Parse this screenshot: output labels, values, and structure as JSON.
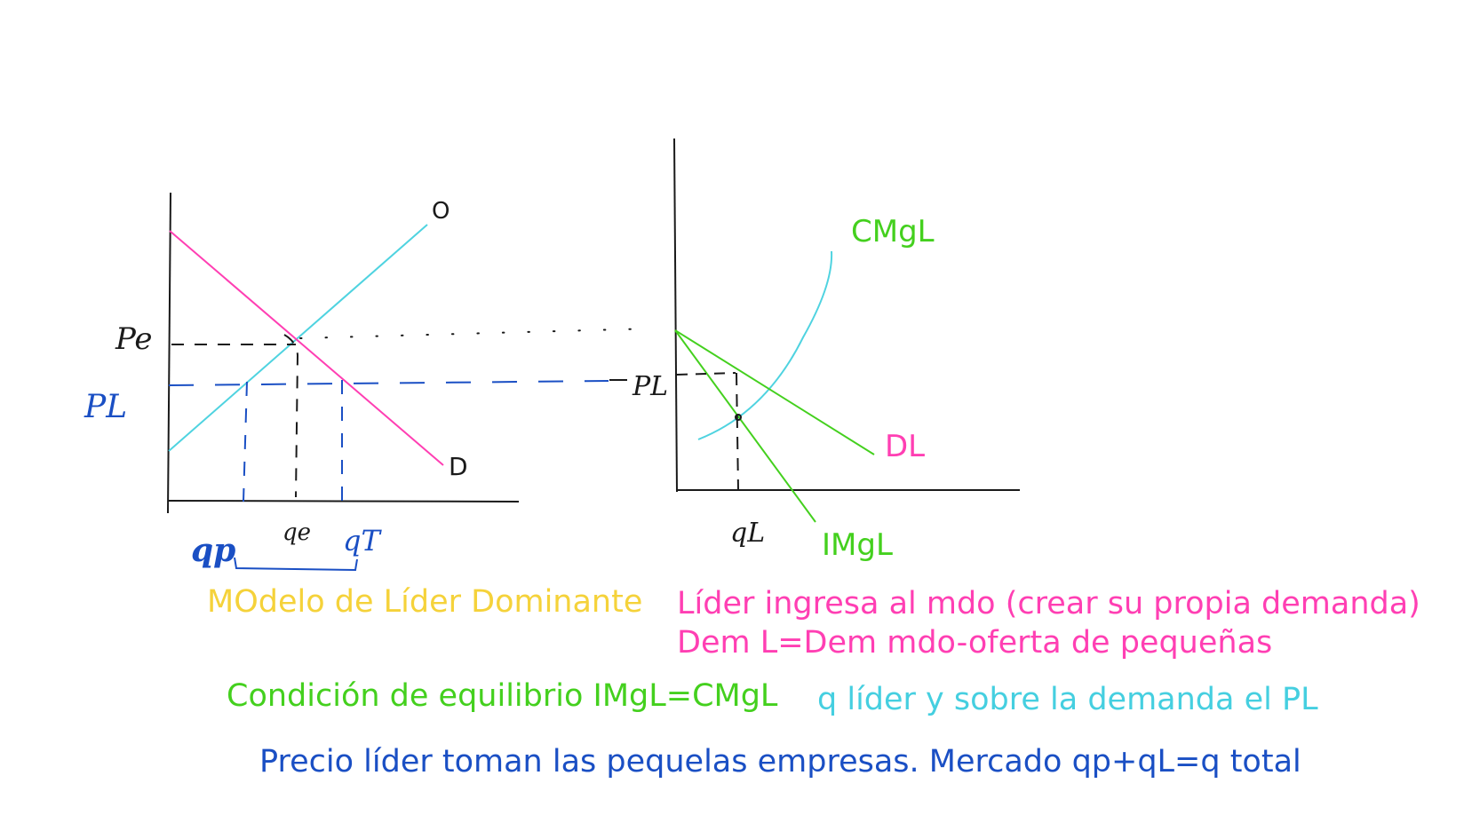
{
  "colors": {
    "axis": "#1a1a1a",
    "supply": "#4fd3e0",
    "demand": "#ff3fb3",
    "green": "#44d01e",
    "blue": "#1a4fc4",
    "yellow": "#f5d23a",
    "cyan_text": "#45cfe0"
  },
  "left_graph": {
    "supply_label": "O",
    "demand_label": "D",
    "price_equilibrium_label": "Pe",
    "price_leader_label": "PL",
    "q_equilibrium_label": "qe",
    "q_total_label": "qT",
    "q_small_label": "qp"
  },
  "right_graph": {
    "cmg_label": "CMgL",
    "dl_label": "DL",
    "img_label": "IMgL",
    "price_label": "PL",
    "q_label": "qL"
  },
  "notes": {
    "title": "MOdelo de Líder Dominante",
    "line1": "Líder ingresa al mdo (crear su propia demanda)",
    "line2": "Dem L=Dem mdo-oferta de pequeñas",
    "condition": "Condición de equilibrio IMgL=CMgL",
    "q_leader": "q líder y sobre la demanda el PL",
    "price": "Precio líder toman las pequelas empresas. Mercado qp+qL=q total"
  }
}
